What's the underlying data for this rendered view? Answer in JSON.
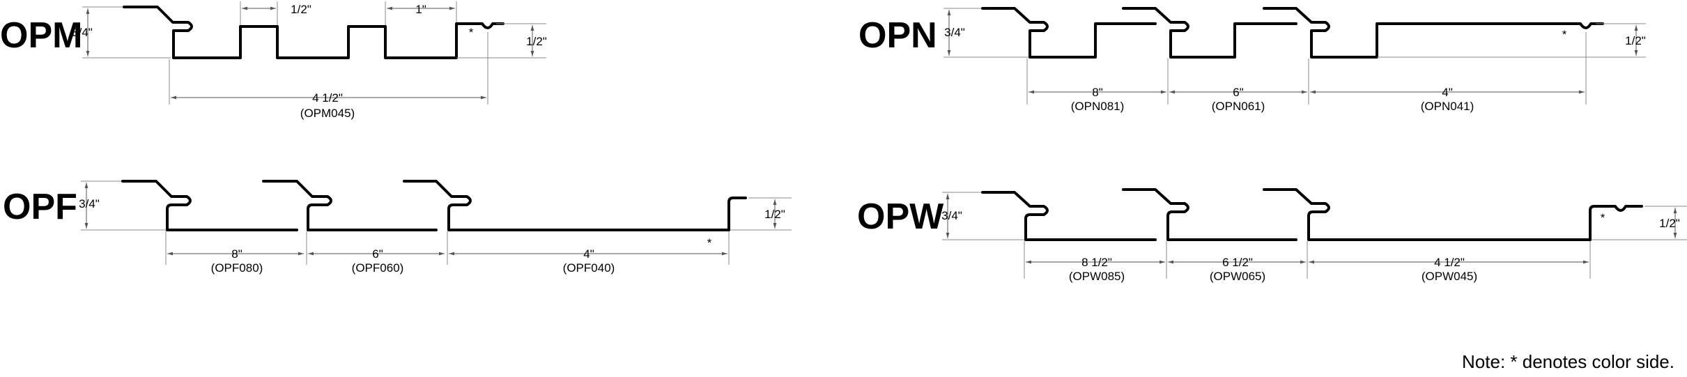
{
  "panels": {
    "opm": {
      "title": "OPM",
      "height_label": "3/4\"",
      "side_label": "1/2\"",
      "rib_label": "1/2\"",
      "spacing_label": "1\"",
      "width_label": "4 1/2\"",
      "code": "(OPM045)",
      "color_mark": "*"
    },
    "opn": {
      "title": "OPN",
      "height_label": "3/4\"",
      "side_label": "1/2\"",
      "widths": [
        "8\"",
        "6\"",
        "4\""
      ],
      "codes": [
        "(OPN081)",
        "(OPN061)",
        "(OPN041)"
      ],
      "color_mark": "*"
    },
    "opf": {
      "title": "OPF",
      "height_label": "3/4\"",
      "side_label": "1/2\"",
      "widths": [
        "8\"",
        "6\"",
        "4\""
      ],
      "codes": [
        "(OPF080)",
        "(OPF060)",
        "(OPF040)"
      ],
      "color_mark": "*"
    },
    "opw": {
      "title": "OPW",
      "height_label": "3/4\"",
      "side_label": "1/2\"",
      "widths": [
        "8 1/2\"",
        "6 1/2\"",
        "4 1/2\""
      ],
      "codes": [
        "(OPW085)",
        "(OPW065)",
        "(OPW045)"
      ],
      "color_mark": "*"
    }
  },
  "note": "Note: * denotes color side."
}
